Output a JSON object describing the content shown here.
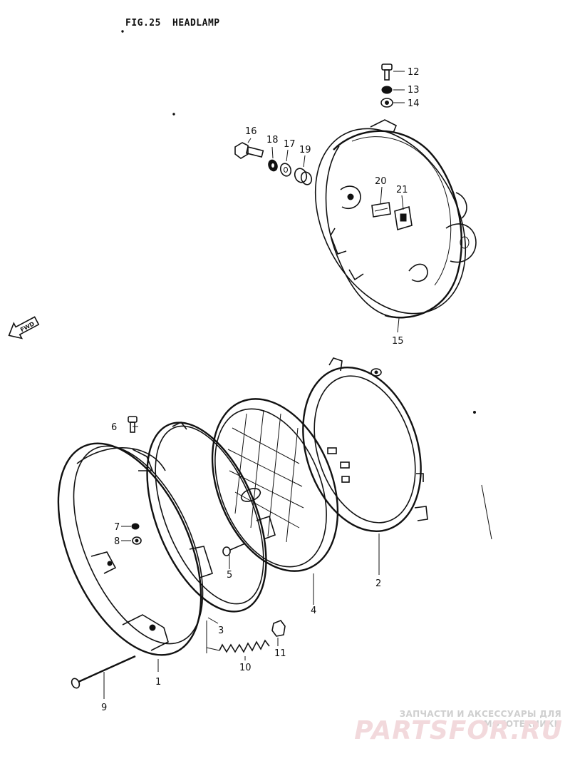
{
  "figure": {
    "title": "FIG.25",
    "subtitle": "HEADLAMP"
  },
  "direction_marker": {
    "label": "FWD",
    "icon": "forward-arrow-icon"
  },
  "callouts": [
    "1",
    "2",
    "3",
    "4",
    "5",
    "6",
    "7",
    "8",
    "9",
    "10",
    "11",
    "12",
    "13",
    "14",
    "15",
    "16",
    "17",
    "18",
    "19",
    "20",
    "21"
  ],
  "watermark": {
    "subtitle": "ЗАПЧАСТИ И АКСЕССУАРЫ ДЛЯ МОТОТЕХНИКИ",
    "brand": "PARTSFOR.RU",
    "color_main": "#f2d9dc",
    "color_sub": "#cfcfcf"
  },
  "colors": {
    "ink": "#111111",
    "paper": "#ffffff"
  }
}
